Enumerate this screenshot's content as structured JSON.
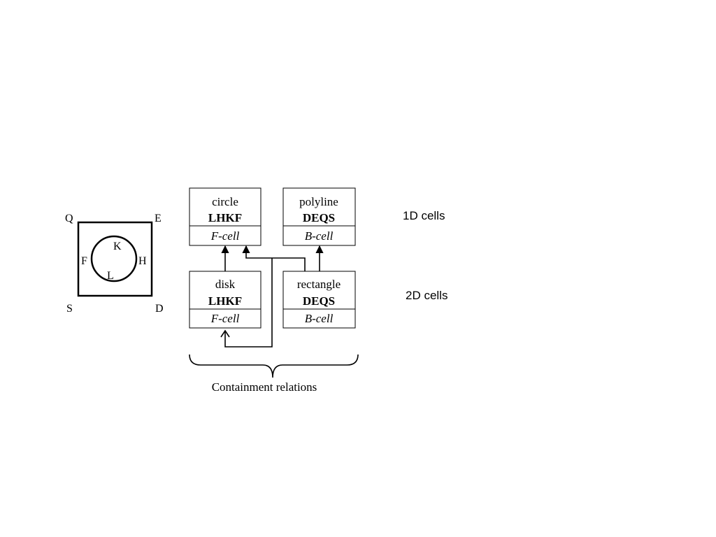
{
  "figure": {
    "left": {
      "corners": {
        "top_left": "Q",
        "top_right": "E",
        "bottom_left": "S",
        "bottom_right": "D"
      },
      "circle_labels": {
        "top": "K",
        "bottom": "L",
        "left": "F",
        "right": "H"
      }
    },
    "cells": {
      "circle": {
        "name": "circle",
        "code": "LHKF",
        "kind": "F-cell"
      },
      "polyline": {
        "name": "polyline",
        "code": "DEQS",
        "kind": "B-cell"
      },
      "disk": {
        "name": "disk",
        "code": "LHKF",
        "kind": "F-cell"
      },
      "rectangle": {
        "name": "rectangle",
        "code": "DEQS",
        "kind": "B-cell"
      }
    },
    "row_labels": {
      "one_d": "1D cells",
      "two_d": "2D cells"
    },
    "caption": "Containment relations"
  }
}
